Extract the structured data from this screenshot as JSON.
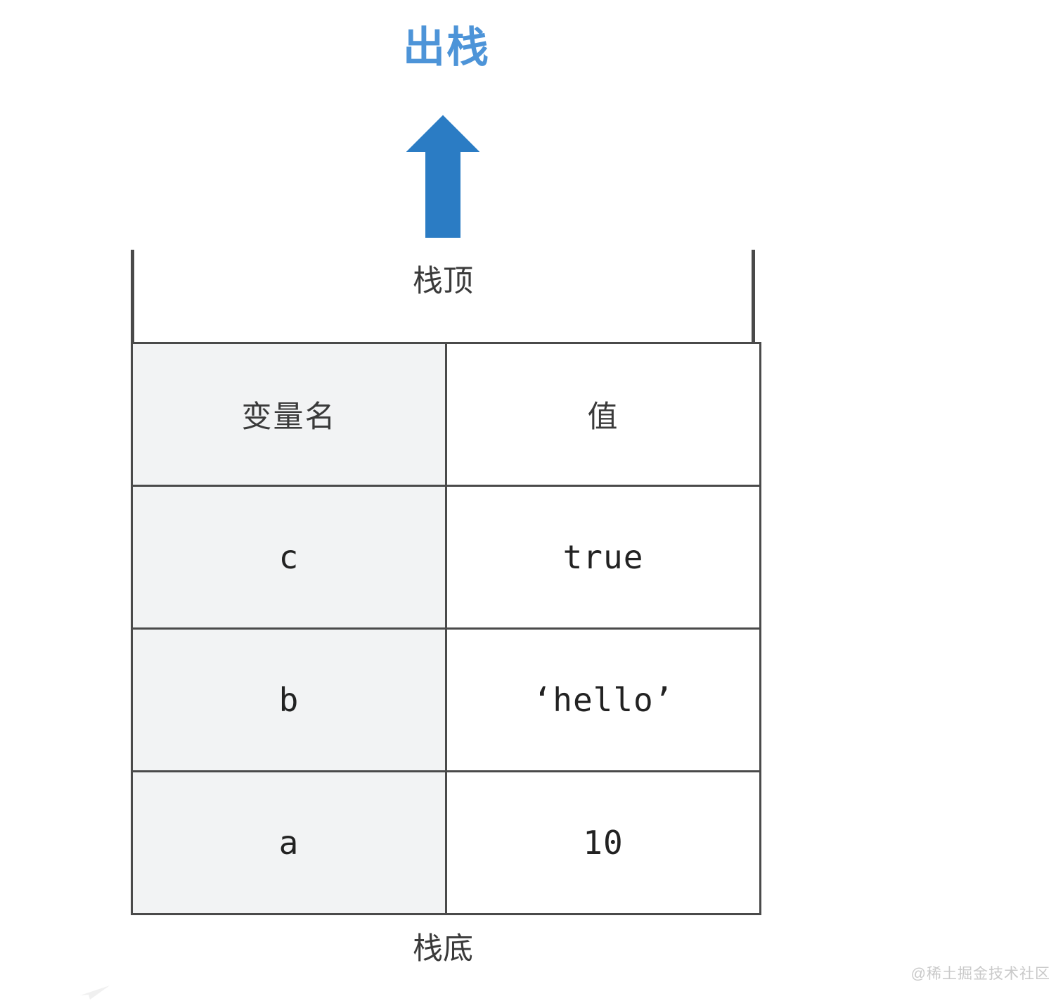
{
  "diagram": {
    "title": "出栈",
    "arrow": {
      "icon": "arrow-up-icon",
      "direction": "up",
      "color": "#2b7cc4"
    },
    "title_color": "#4d94d8",
    "stack": {
      "top_label": "栈顶",
      "bottom_label": "栈底",
      "columns": [
        "变量名",
        "值"
      ],
      "rows": [
        {
          "name": "c",
          "value": "true"
        },
        {
          "name": "b",
          "value": "‘hello’"
        },
        {
          "name": "a",
          "value": "10"
        }
      ]
    }
  },
  "watermark": {
    "text": "@稀土掘金技术社区"
  }
}
